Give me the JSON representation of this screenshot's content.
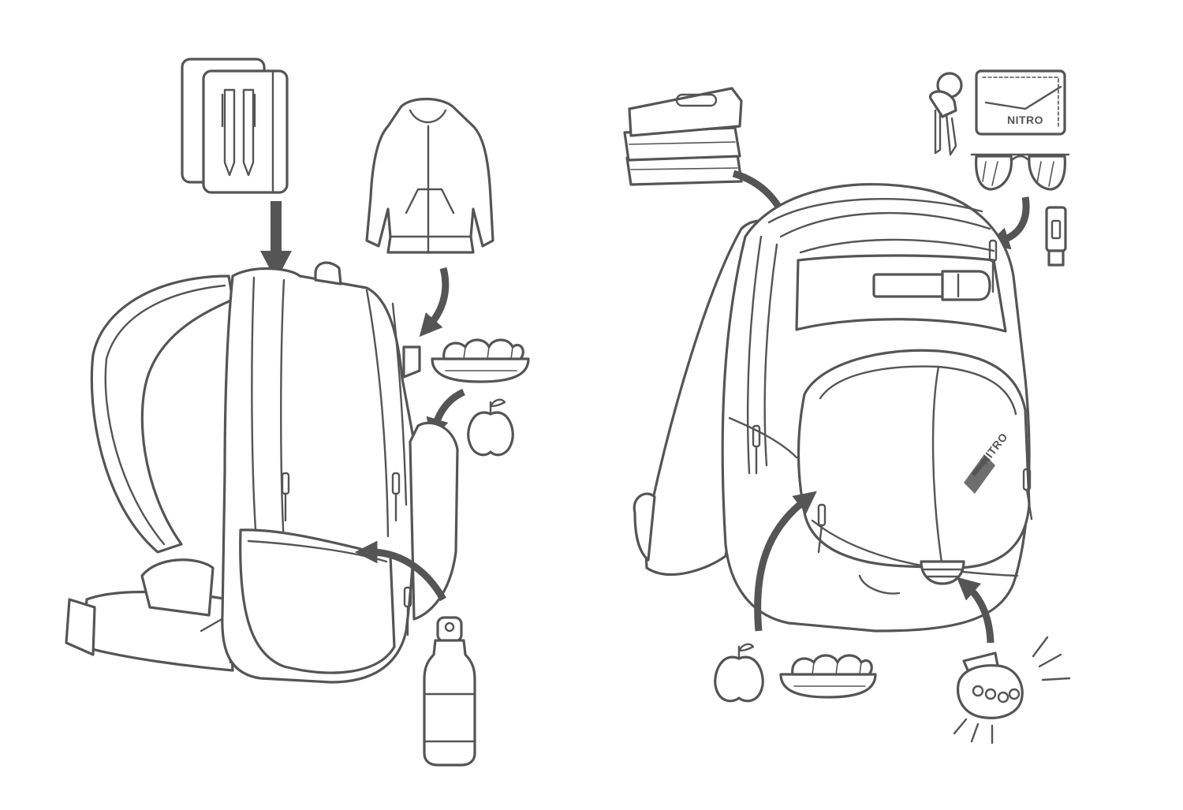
{
  "diagram": {
    "line_color": "#555555",
    "background": "#ffffff",
    "brand_texts": {
      "wallet_logo": "NITRO",
      "backpack_logo": "NITRO"
    },
    "left_scene": {
      "items": [
        "notebook-icon",
        "pens-icon",
        "hoodie-icon",
        "sandwich-icon",
        "apple-icon",
        "water-bottle-icon"
      ],
      "main": "backpack-side-view"
    },
    "right_scene": {
      "items": [
        "books-icon",
        "keys-icon",
        "wallet-icon",
        "sunglasses-icon",
        "usb-stick-icon",
        "apple-icon",
        "sandwich-icon",
        "bike-light-icon"
      ],
      "main": "backpack-front-view"
    }
  }
}
